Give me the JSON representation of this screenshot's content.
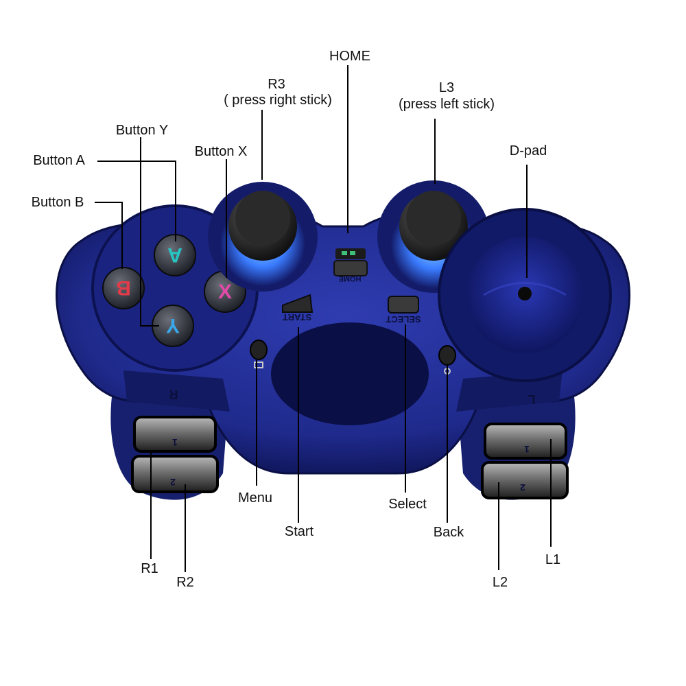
{
  "callouts": {
    "home": "HOME",
    "r3_title": "R3",
    "r3_sub": "( press right stick)",
    "l3_title": "L3",
    "l3_sub": "(press left stick)",
    "button_y": "Button Y",
    "button_a": "Button A",
    "button_x": "Button X",
    "button_b": "Button B",
    "dpad": "D-pad",
    "menu": "Menu",
    "start": "Start",
    "select": "Select",
    "back": "Back",
    "r1": "R1",
    "r2": "R2",
    "l1": "L1",
    "l2": "L2"
  },
  "embossed": {
    "home": "HOME",
    "start": "START",
    "select": "SELECT",
    "r_shoulder": "R",
    "l_shoulder": "L",
    "r1_key": "1",
    "r2_key": "2",
    "l1_key": "1",
    "l2_key": "2"
  },
  "face_buttons": {
    "a": "A",
    "b": "B",
    "x": "X",
    "y": "Y"
  },
  "colors": {
    "body": "#1f2a8c",
    "body_dark": "#0c1250",
    "stick_glow": "#3a7cff",
    "button_a": "#27c4c4",
    "button_b": "#e23b4a",
    "button_x": "#e04aa8",
    "button_y": "#3aa8e8"
  }
}
